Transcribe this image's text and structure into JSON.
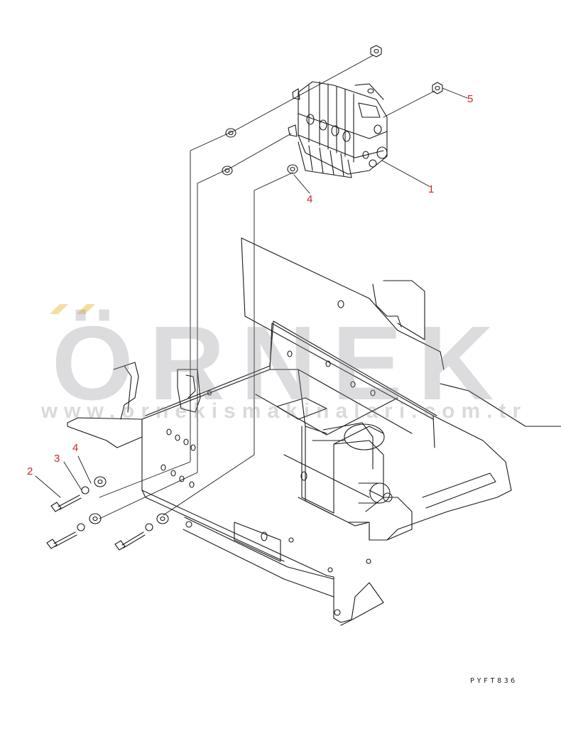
{
  "watermark": {
    "logo_text": "ÖRNEK",
    "url_text": "www.ornekismakinalari.com.tr"
  },
  "callouts": [
    {
      "id": "c1",
      "label": "1"
    },
    {
      "id": "c2",
      "label": "2"
    },
    {
      "id": "c3",
      "label": "3"
    },
    {
      "id": "c4a",
      "label": "4"
    },
    {
      "id": "c4b",
      "label": "4"
    },
    {
      "id": "c5",
      "label": "5"
    }
  ],
  "drawing_code": "PYFT836",
  "colors": {
    "line": "#1a1a1a",
    "callout": "#d2232a",
    "watermark": "#8c8c96",
    "watermark_accent": "#f3d48a"
  }
}
